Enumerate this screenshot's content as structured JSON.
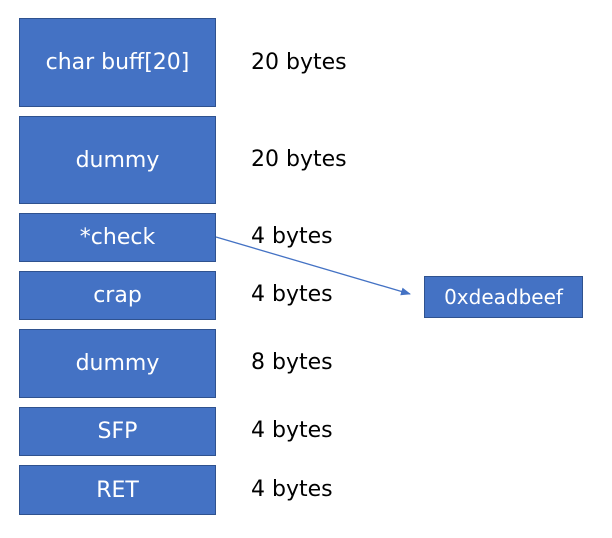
{
  "stack": {
    "blocks": [
      {
        "label": "char buff[20]",
        "size": "20 bytes"
      },
      {
        "label": "dummy",
        "size": "20 bytes"
      },
      {
        "label": "*check",
        "size": "4 bytes"
      },
      {
        "label": "crap",
        "size": "4 bytes"
      },
      {
        "label": "dummy",
        "size": "8 bytes"
      },
      {
        "label": "SFP",
        "size": "4 bytes"
      },
      {
        "label": "RET",
        "size": "4 bytes"
      }
    ]
  },
  "pointer_target": {
    "label": "0xdeadbeef"
  },
  "colors": {
    "block_fill": "#4472c4",
    "block_border": "#2f528f",
    "arrow": "#4472c4"
  }
}
